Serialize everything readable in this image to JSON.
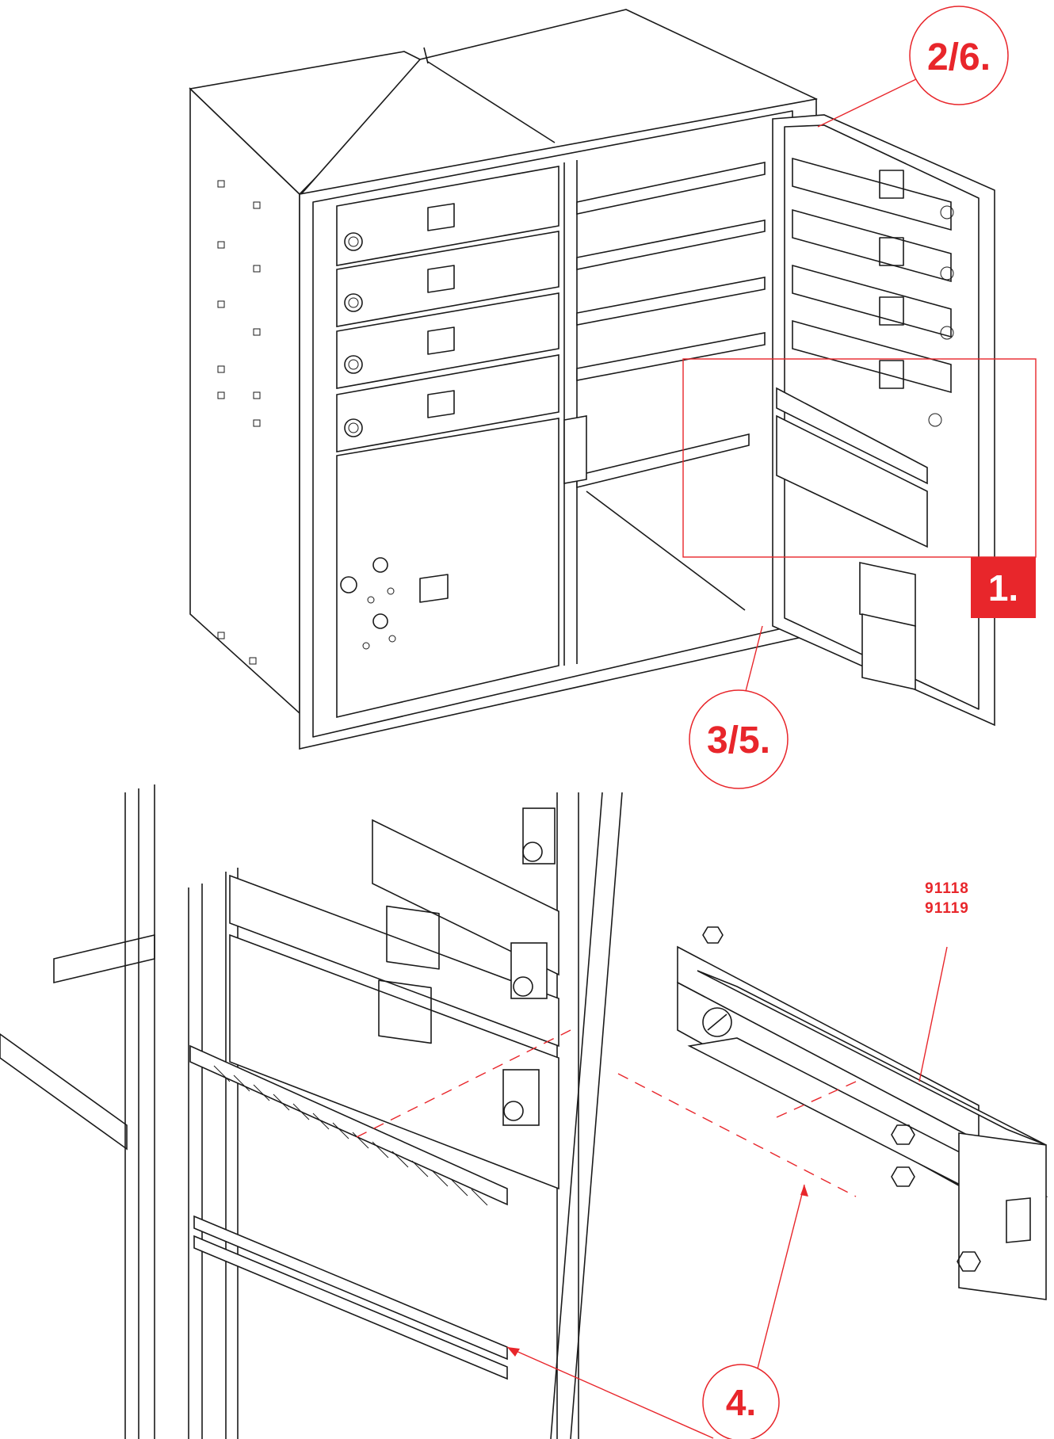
{
  "callouts": {
    "step_top": "2/6.",
    "step_bottom_hinge": "3/5.",
    "step_box": "1.",
    "step_detail": "4."
  },
  "part_numbers": [
    "91118",
    "91119"
  ],
  "colors": {
    "accent_red": "#e8262b",
    "line": "#1a1a1a",
    "background": "#ffffff"
  }
}
